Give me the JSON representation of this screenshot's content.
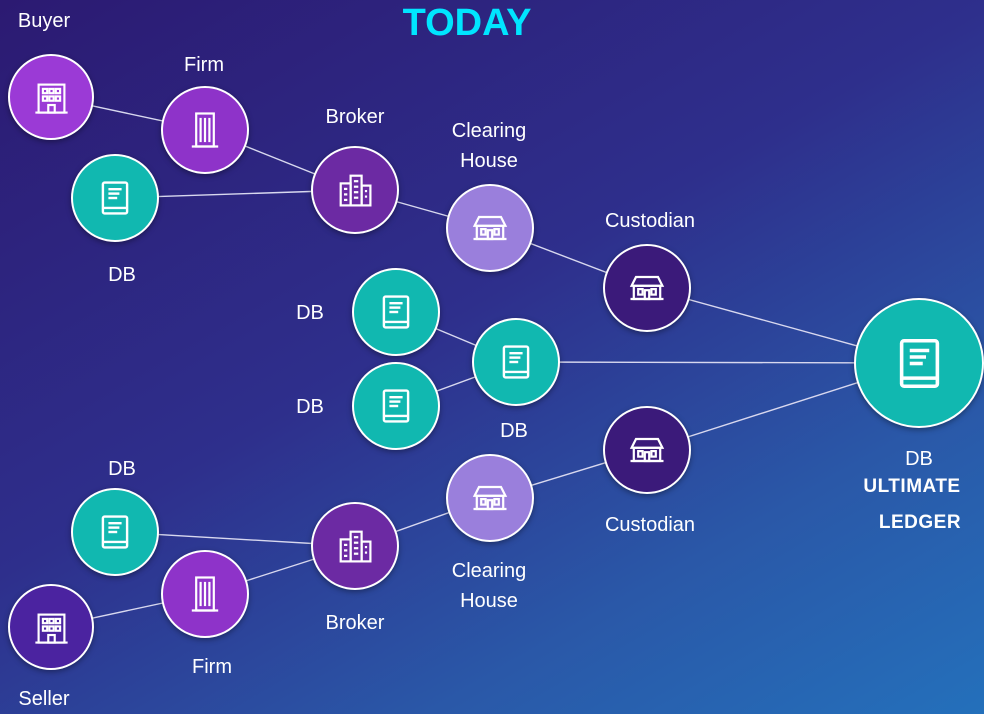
{
  "title": "TODAY",
  "colors": {
    "title": "#00e5ff",
    "buyer_purple": "#9b3ad6",
    "firm_purple": "#8e33c9",
    "broker_purple": "#6c2aa3",
    "clearing_lavender": "#9a7fdc",
    "custodian_dark": "#3b1a7a",
    "seller_dark": "#4b23a0",
    "db_teal": "#11b8b0",
    "edge": "#d8d8ef"
  },
  "nodes": {
    "buyer": {
      "icon": "building-icon"
    },
    "firm_top": {
      "icon": "office-tower-icon"
    },
    "db_top": {
      "icon": "book-icon"
    },
    "broker_top": {
      "icon": "city-buildings-icon"
    },
    "clearing_top": {
      "icon": "bank-house-icon"
    },
    "custodian_top": {
      "icon": "bank-house-icon"
    },
    "db_mid_upper": {
      "icon": "book-icon"
    },
    "db_mid_center": {
      "icon": "book-icon"
    },
    "db_mid_lower": {
      "icon": "book-icon"
    },
    "ultimate_ledger": {
      "icon": "book-icon"
    },
    "custodian_bottom": {
      "icon": "bank-house-icon"
    },
    "clearing_bottom": {
      "icon": "bank-house-icon"
    },
    "db_bottom": {
      "icon": "book-icon"
    },
    "broker_bottom": {
      "icon": "city-buildings-icon"
    },
    "firm_bottom": {
      "icon": "office-tower-icon"
    },
    "seller": {
      "icon": "building-icon"
    }
  },
  "labels": {
    "buyer": "Buyer",
    "firm_top": "Firm",
    "broker_top": "Broker",
    "clearing_top_line1": "Clearing",
    "clearing_top_line2": "House",
    "custodian_top": "Custodian",
    "db_top": "DB",
    "db_mid_upper": "DB",
    "db_mid_lower": "DB",
    "db_mid_center": "DB",
    "ledger_db": "DB",
    "ledger_line1": "ULTIMATE",
    "ledger_line2": "LEDGER",
    "db_bottom": "DB",
    "custodian_bottom": "Custodian",
    "clearing_bottom_line1": "Clearing",
    "clearing_bottom_line2": "House",
    "broker_bottom": "Broker",
    "firm_bottom": "Firm",
    "seller": "Seller"
  },
  "edges": [
    [
      "buyer",
      "firm_top"
    ],
    [
      "firm_top",
      "broker_top"
    ],
    [
      "db_top",
      "broker_top"
    ],
    [
      "broker_top",
      "clearing_top"
    ],
    [
      "clearing_top",
      "custodian_top"
    ],
    [
      "custodian_top",
      "ultimate_ledger"
    ],
    [
      "db_mid_upper",
      "db_mid_center"
    ],
    [
      "db_mid_lower",
      "db_mid_center"
    ],
    [
      "db_mid_center",
      "ultimate_ledger"
    ],
    [
      "custodian_bottom",
      "ultimate_ledger"
    ],
    [
      "clearing_bottom",
      "custodian_bottom"
    ],
    [
      "broker_bottom",
      "clearing_bottom"
    ],
    [
      "db_bottom",
      "broker_bottom"
    ],
    [
      "firm_bottom",
      "broker_bottom"
    ],
    [
      "seller",
      "firm_bottom"
    ]
  ]
}
